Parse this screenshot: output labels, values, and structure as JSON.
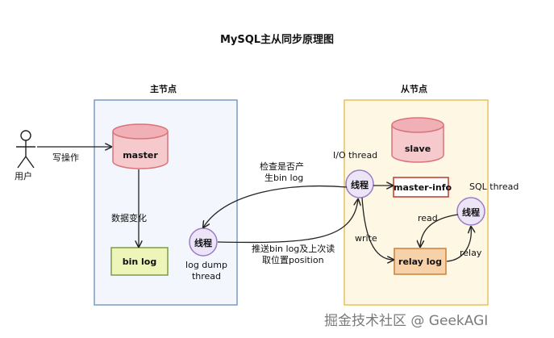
{
  "title": "MySQL主从同步原理图",
  "master_panel": {
    "label": "主节点",
    "db": "master",
    "binlog": "bin log",
    "change_label": "数据变化"
  },
  "slave_panel": {
    "label": "从节点",
    "db": "slave",
    "master_info": "master-info",
    "relay_log": "relay log"
  },
  "user": {
    "label": "用户",
    "action": "写操作"
  },
  "threads": {
    "dump": {
      "label": "线程",
      "caption_line1": "log dump",
      "caption_line2": "thread"
    },
    "io": {
      "label": "线程",
      "caption": "I/O thread"
    },
    "sql": {
      "label": "线程",
      "caption": "SQL thread"
    }
  },
  "flows": {
    "check_line1": "检查是否产",
    "check_line2": "生bin log",
    "push_line1": "推送bin log及上次读",
    "push_line2": "取位置position",
    "write": "write",
    "read": "read",
    "relay": "relay"
  },
  "watermark": "掘金技术社区 @ GeekAGI",
  "colors": {
    "master_panel_border": "#7b9cc4",
    "master_panel_fill": "#f3f6fc",
    "slave_panel_border": "#e6c25c",
    "slave_panel_fill": "#fdf7e4",
    "db_red": "#d9737a",
    "db_fill": "#f6c9cc",
    "thread_border": "#9a7cc6",
    "thread_fill": "#ece4f7",
    "binlog_fill": "#eef5b9",
    "binlog_border": "#7e9b4a",
    "masterinfo_border": "#c0392b",
    "relay_fill": "#f7d2a8",
    "relay_border": "#c9823a"
  }
}
